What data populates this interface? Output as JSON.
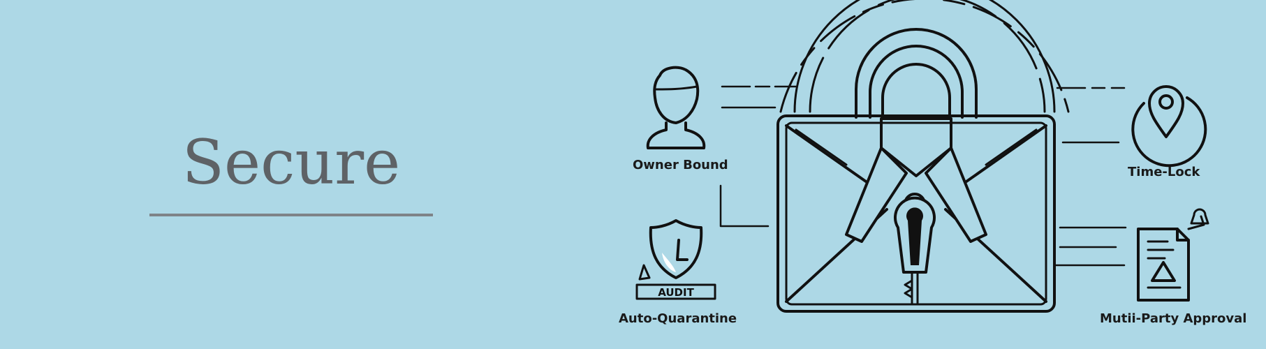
{
  "title": "Secure",
  "features": {
    "owner_bound": "Owner Bound",
    "auto_quarantine": "Auto-Quarantine",
    "time_lock": "Time-Lock",
    "multi_party": "Mutii-Party Approval"
  },
  "badge": {
    "audit": "AUDIT"
  },
  "colors": {
    "background": "#add8e6",
    "title": "#5e6266",
    "rule": "#7e8388",
    "line": "#111111",
    "label": "#1a1a1a"
  },
  "icons": [
    "person-icon",
    "shield-icon",
    "envelope-icon",
    "padlock-icon",
    "keyhole-icon",
    "key-icon",
    "location-pin-icon",
    "document-icon",
    "warning-icon"
  ]
}
